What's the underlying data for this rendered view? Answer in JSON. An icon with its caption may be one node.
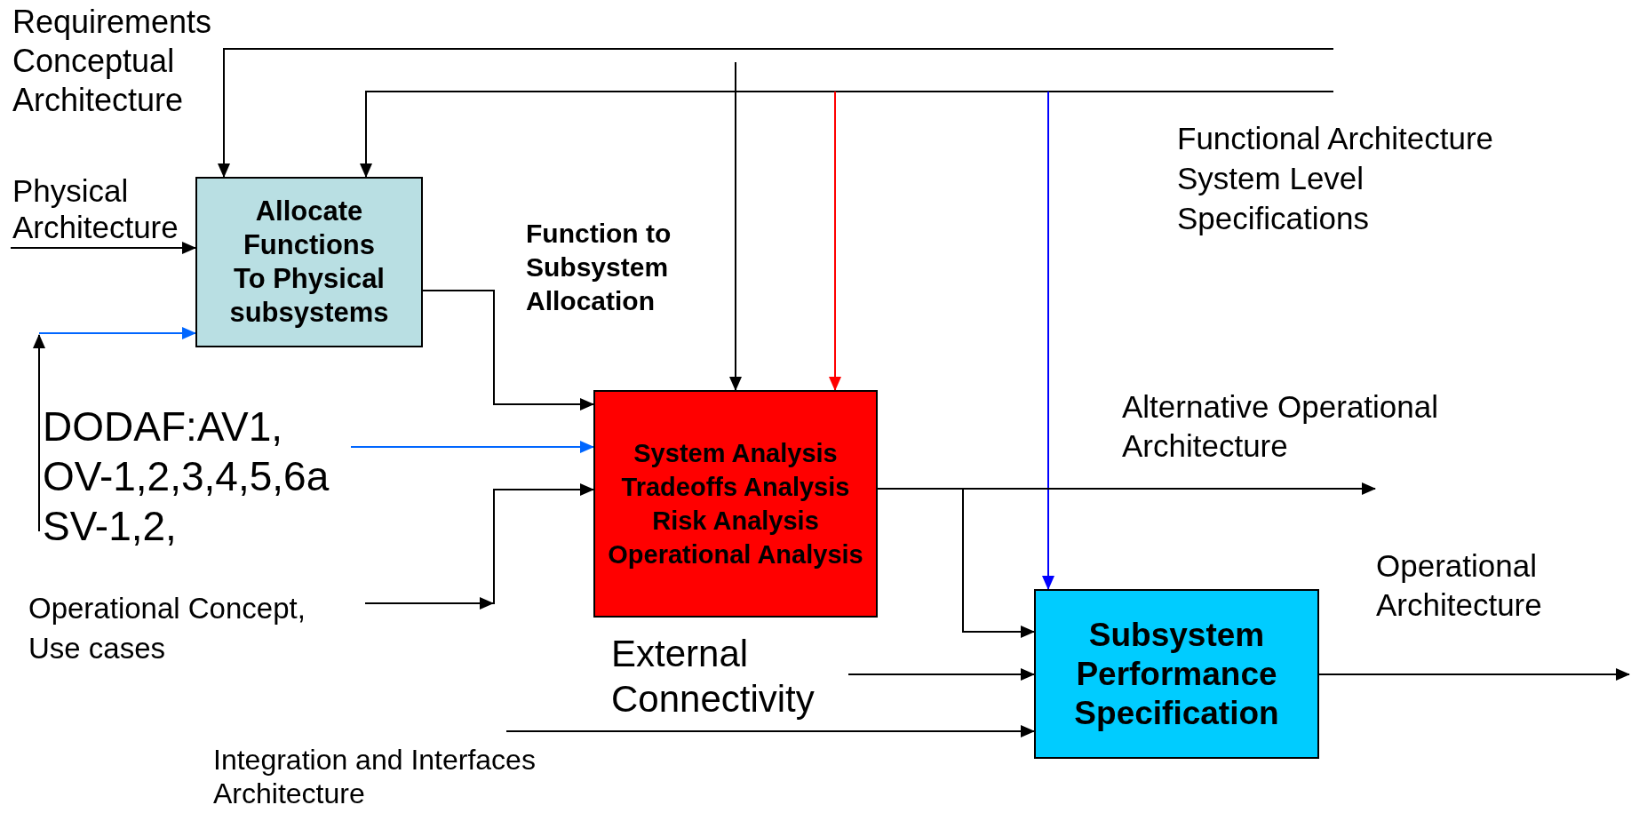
{
  "diagram": {
    "nodes": [
      {
        "text": [
          "Allocate",
          "Functions",
          "To Physical",
          "subsystems"
        ]
      },
      {
        "text": [
          "System Analysis",
          "Tradeoffs Analysis",
          "Risk Analysis",
          "Operational Analysis"
        ]
      },
      {
        "text": [
          "Subsystem Performance Specification"
        ]
      },
      {
        "text": [
          "Physical Architecture"
        ]
      }
    ],
    "edges": [
      {
        "from": null,
        "to": 0,
        "arrow": "to"
      },
      {
        "from": null,
        "to": 0,
        "arrow": "to"
      },
      {
        "from": null,
        "to": 1,
        "arrow": "to"
      },
      {
        "from": null,
        "to": 1,
        "arrow": "to",
        "color": "#ff0000"
      },
      {
        "from": null,
        "to": 2,
        "arrow": "to",
        "color": "#0000ff"
      },
      {
        "from": 3,
        "to": 0,
        "arrow": "to"
      },
      {
        "from": null,
        "to": 0,
        "arrow": "to",
        "color": "#0066ff"
      },
      {
        "from": null,
        "to": 1,
        "arrow": "to",
        "color": "#0066ff"
      },
      {
        "from": 0,
        "to": 1,
        "arrow": "to"
      },
      {
        "from": null,
        "to": 1,
        "arrow": "to"
      },
      {
        "from": 1,
        "to": null,
        "arrow": "to"
      },
      {
        "from": 1,
        "to": 2,
        "arrow": "to"
      },
      {
        "from": null,
        "to": 2,
        "arrow": "to"
      },
      {
        "from": null,
        "to": 2,
        "arrow": "to"
      },
      {
        "from": 2,
        "to": null,
        "arrow": "to"
      }
    ],
    "labels": [
      "Requirements Conceptual Architecture",
      "Function to Subsystem Allocation",
      "Functional Architecture System Level Specifications",
      "Alternative Operational Architecture",
      "DODAF:AV1, OV-1,2,3,4,5,6a SV-1,2,",
      "Operational Concept, Use cases",
      "External Connectivity",
      "Integration and Interfaces Architecture",
      "Operational Architecture"
    ]
  }
}
